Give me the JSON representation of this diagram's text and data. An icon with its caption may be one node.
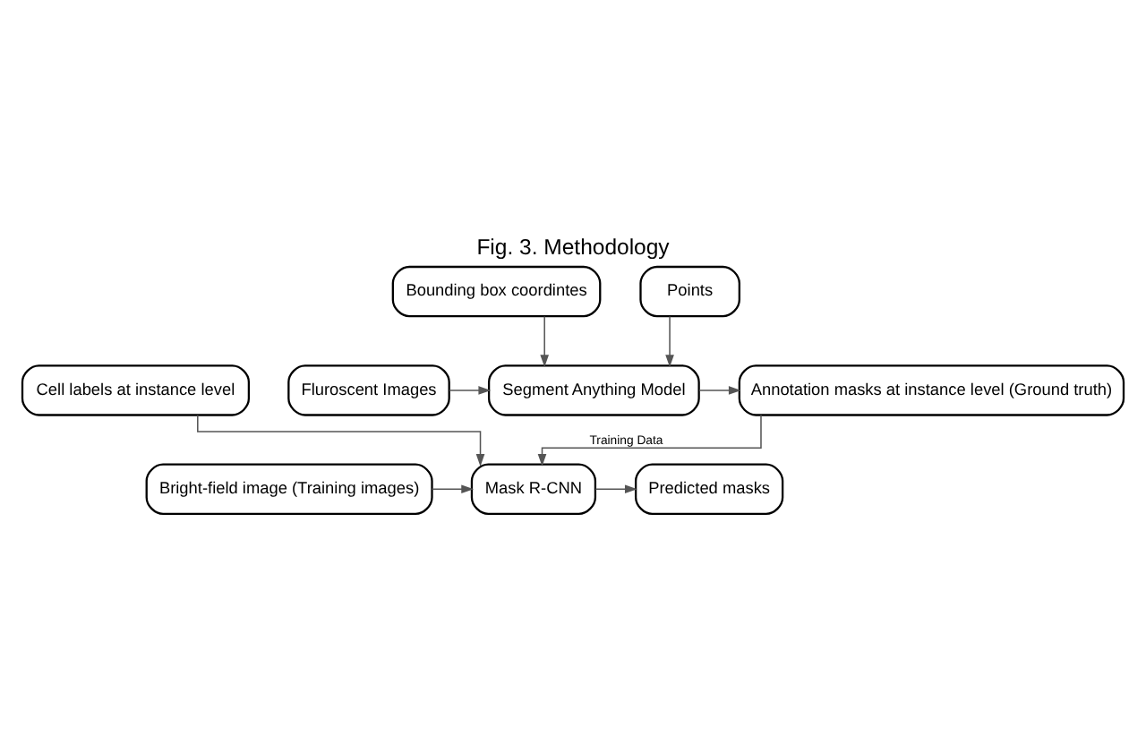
{
  "diagram": {
    "title": "Fig. 3. Methodology",
    "nodes": [
      {
        "text": [
          "Bounding box coordintes"
        ]
      },
      {
        "text": [
          "Points"
        ]
      },
      {
        "text": [
          "Fluroscent Images"
        ]
      },
      {
        "text": [
          "Segment Anything Model"
        ]
      },
      {
        "text": [
          "Annotation masks at instance level (Ground truth)"
        ]
      },
      {
        "text": [
          "Cell labels at instance level"
        ]
      },
      {
        "text": [
          "Bright-field image (Training images)"
        ]
      },
      {
        "text": [
          "Mask R-CNN"
        ]
      },
      {
        "text": [
          "Predicted masks"
        ]
      }
    ],
    "edges": [
      {
        "from": 0,
        "to": 3,
        "arrow": "to"
      },
      {
        "from": 1,
        "to": 3,
        "arrow": "to"
      },
      {
        "from": 2,
        "to": 3,
        "arrow": "to"
      },
      {
        "from": 3,
        "to": 4,
        "arrow": "to"
      },
      {
        "from": 4,
        "to": 7,
        "arrow": "to",
        "label": "Training Data"
      },
      {
        "from": 6,
        "to": 7,
        "arrow": "to"
      },
      {
        "from": 5,
        "to": 7,
        "arrow": "to"
      },
      {
        "from": 7,
        "to": 8,
        "arrow": "to"
      }
    ]
  }
}
